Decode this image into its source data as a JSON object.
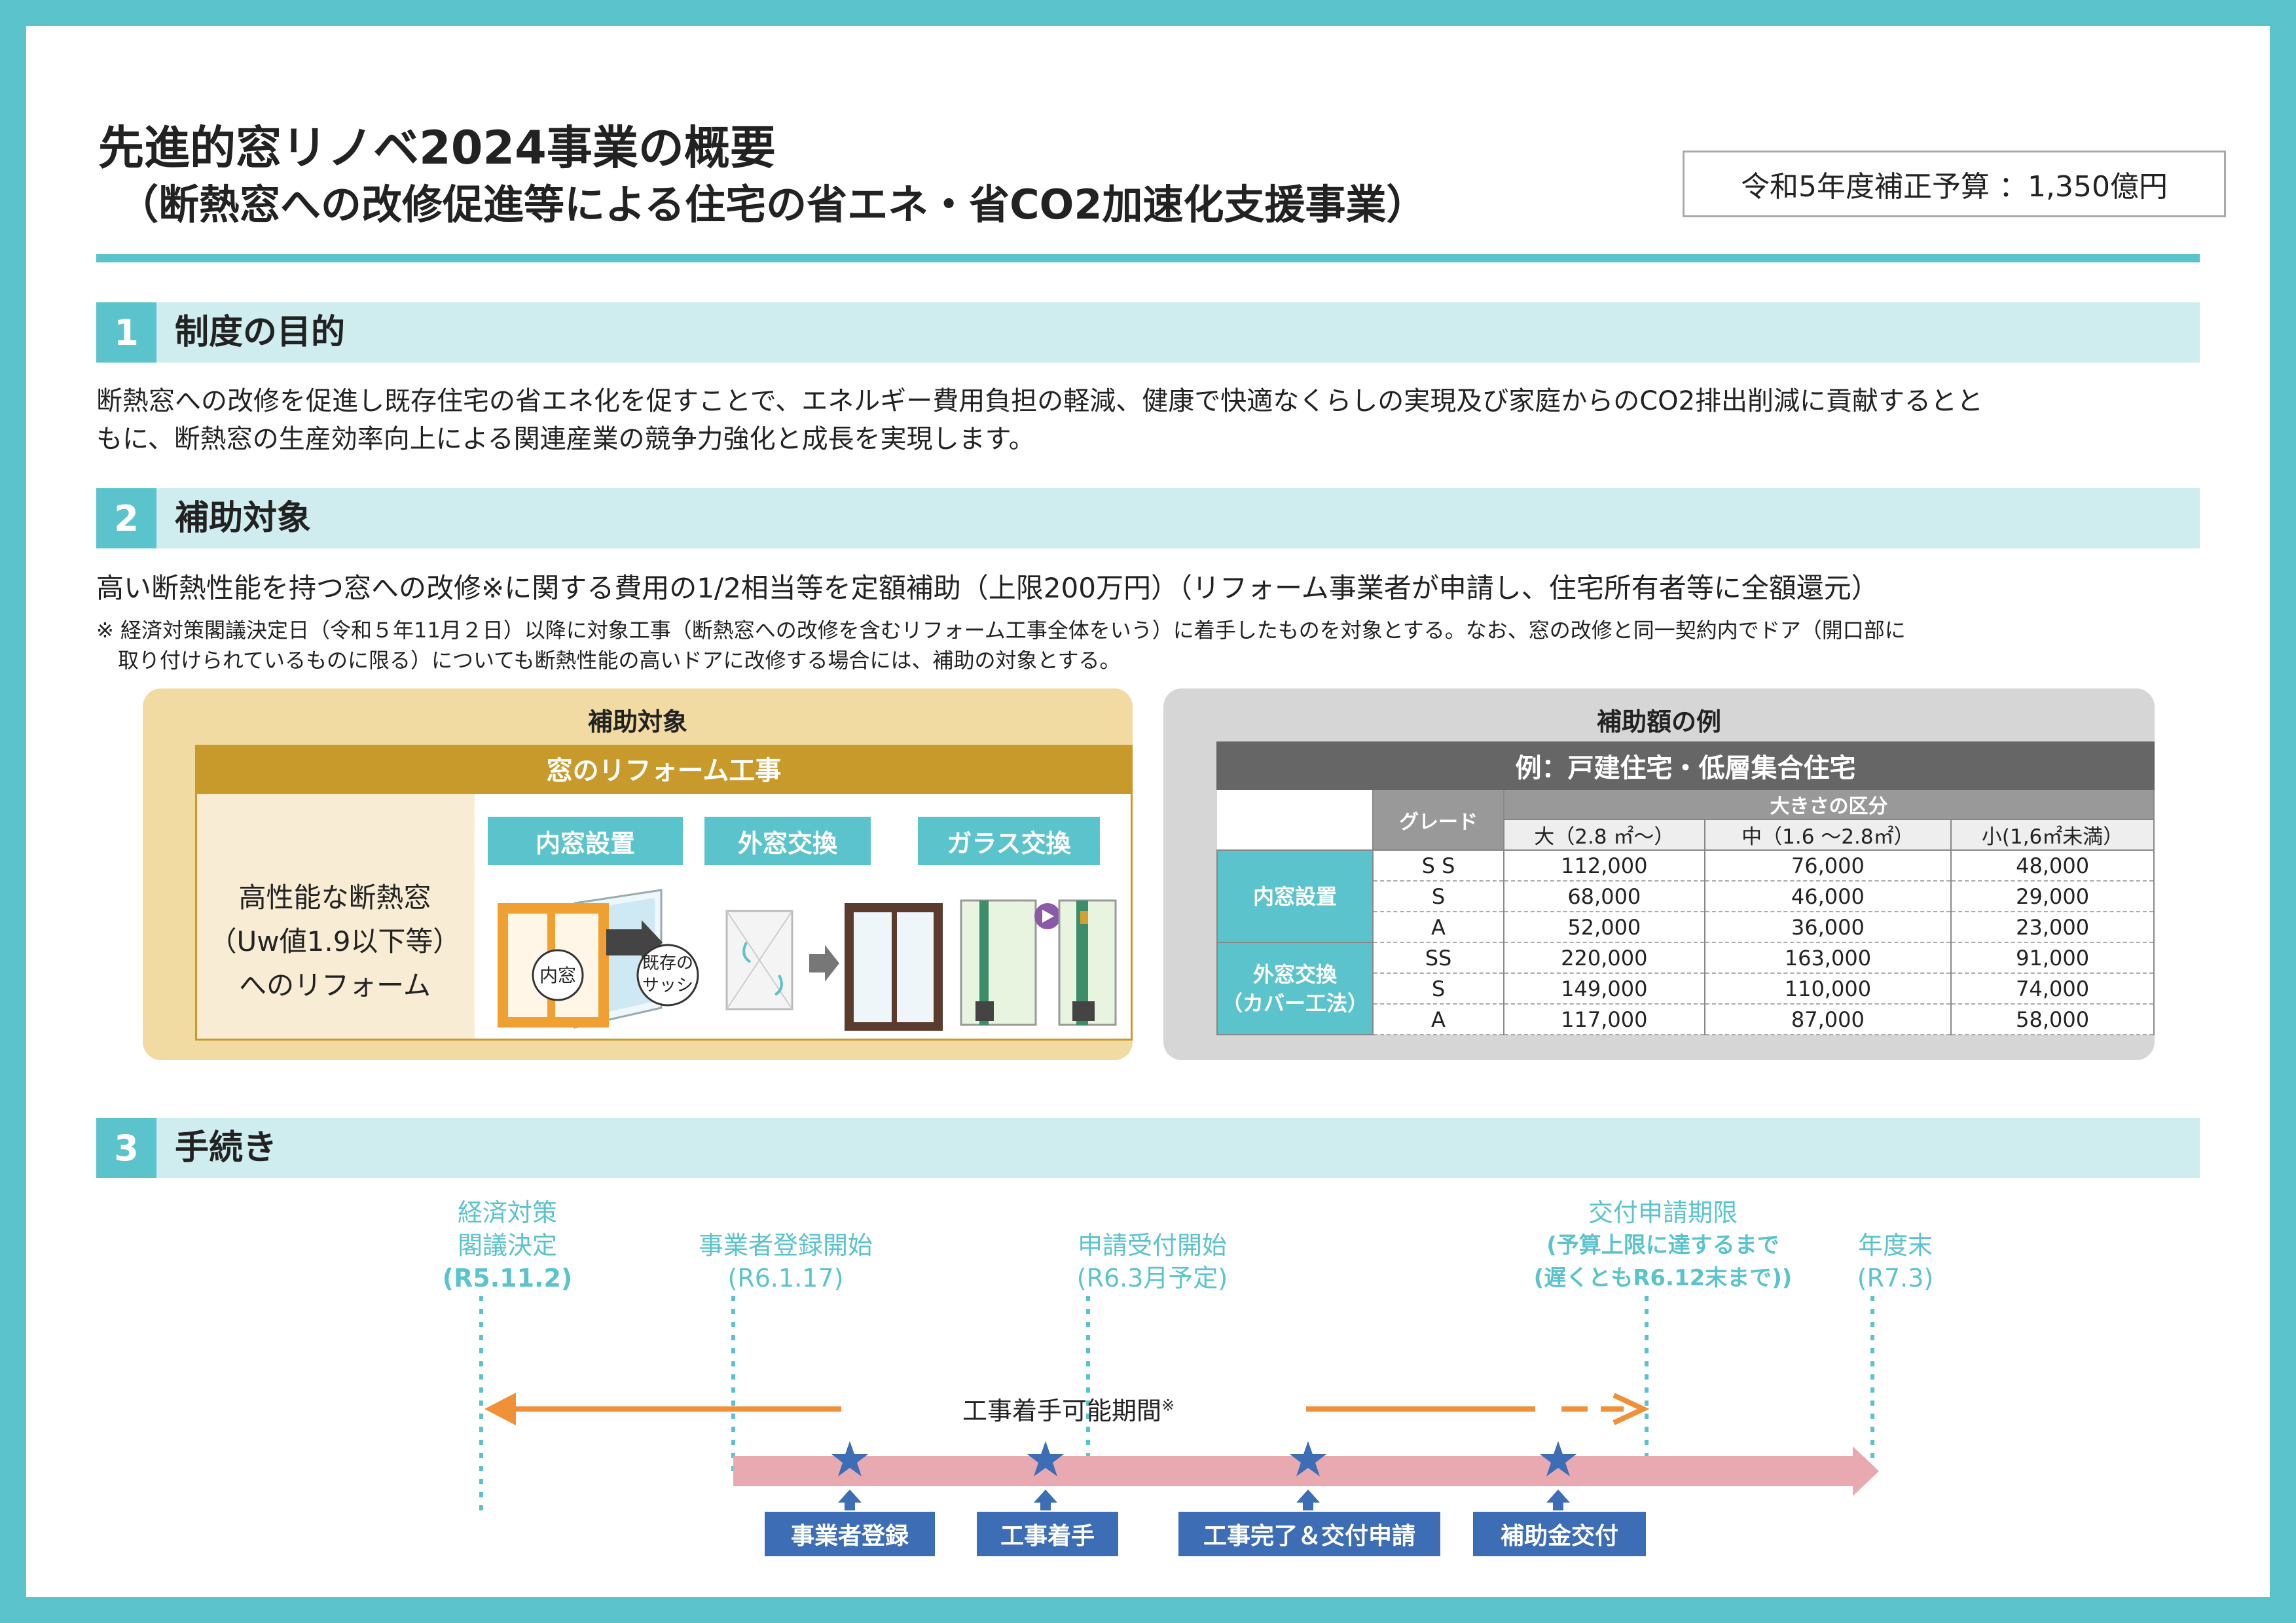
{
  "title": {
    "main": "先進的窓リノベ2024事業の概要",
    "sub": "（断熱窓への改修促進等による住宅の省エネ・省CO2加速化支援事業）",
    "budget": "令和5年度補正予算 ：1,350億円"
  },
  "section1": {
    "num": "1",
    "title": "制度の目的",
    "lines": [
      "断熱窓への改修を促進し既存住宅の省エネ化を促すことで、エネルギー費用負担の軽減、健康で快適なくらしの実現及び家庭からのCO2排出削減に貢献するとと",
      "もに、断熱窓の生産効率向上による関連産業の競争力強化と成長を実現します。"
    ]
  },
  "section2": {
    "num": "2",
    "title": "補助対象",
    "main": "高い断熱性能を持つ窓への改修※に関する費用の1/2相当等を定額補助（上限200万円）（リフォーム事業者が申請し、住宅所有者等に全額還元）",
    "notes": [
      "※ 経済対策閣議決定日（令和５年11月２日）以降に対象工事（断熱窓への改修を含むリフォーム工事全体をいう）に着手したものを対象とする。なお、窓の改修と同一契約内でドア（開口部に",
      "取り付けられているものに限る）についても断熱性能の高いドアに改修する場合には、補助の対象とする。"
    ],
    "target": {
      "heading": "補助対象",
      "bar": "窓のリフォーム工事",
      "desc": [
        "高性能な断熱窓",
        "（Uw値1.9以下等）",
        "へのリフォーム"
      ],
      "types": [
        "内窓設置",
        "外窓交換",
        "ガラス交換"
      ],
      "inner_label": "内窓",
      "existing_label": [
        "既存の",
        "サッシ"
      ]
    },
    "example": {
      "heading": "補助額の例",
      "caption": "例：戸建住宅・低層集合住宅",
      "grade_header": "グレード",
      "size_header": "大きさの区分",
      "sizes": [
        "大（2.8 ㎡～）",
        "中（1.6 ～2.8㎡）",
        "小(1,6㎡未満）"
      ],
      "groups": [
        {
          "label": [
            "内窓設置"
          ],
          "rows": [
            {
              "grade": "S S",
              "values": [
                "112,000",
                "76,000",
                "48,000"
              ]
            },
            {
              "grade": "S",
              "values": [
                "68,000",
                "46,000",
                "29,000"
              ]
            },
            {
              "grade": "A",
              "values": [
                "52,000",
                "36,000",
                "23,000"
              ]
            }
          ]
        },
        {
          "label": [
            "外窓交換",
            "（カバー工法）"
          ],
          "rows": [
            {
              "grade": "SS",
              "values": [
                "220,000",
                "163,000",
                "91,000"
              ]
            },
            {
              "grade": "S",
              "values": [
                "149,000",
                "110,000",
                "74,000"
              ]
            },
            {
              "grade": "A",
              "values": [
                "117,000",
                "87,000",
                "58,000"
              ]
            }
          ]
        }
      ]
    }
  },
  "section3": {
    "num": "3",
    "title": "手続き",
    "milestones": [
      {
        "lines": [
          "経済対策",
          "閣議決定"
        ],
        "date": "(R5.11.2)"
      },
      {
        "lines": [
          "事業者登録開始"
        ],
        "date": "(R6.1.17)"
      },
      {
        "lines": [
          "申請受付開始"
        ],
        "date": "(R6.3月予定)"
      },
      {
        "lines": [
          "交付申請期限"
        ],
        "bold": [
          "(予算上限に達するまで",
          "(遅くともR6.12末まで))"
        ]
      },
      {
        "lines": [
          "年度末"
        ],
        "date": "(R7.3)"
      }
    ],
    "period": "工事着手可能期間",
    "period_mark": "※",
    "steps": [
      "事業者登録",
      "工事着手",
      "工事完了＆交付申請",
      "補助金交付"
    ],
    "colors": {
      "accent": "#5bc3cc",
      "orange": "#f0913a",
      "pink": "#e8aab0",
      "blue": "#3d6db5",
      "gold": "#c89a2b"
    }
  }
}
